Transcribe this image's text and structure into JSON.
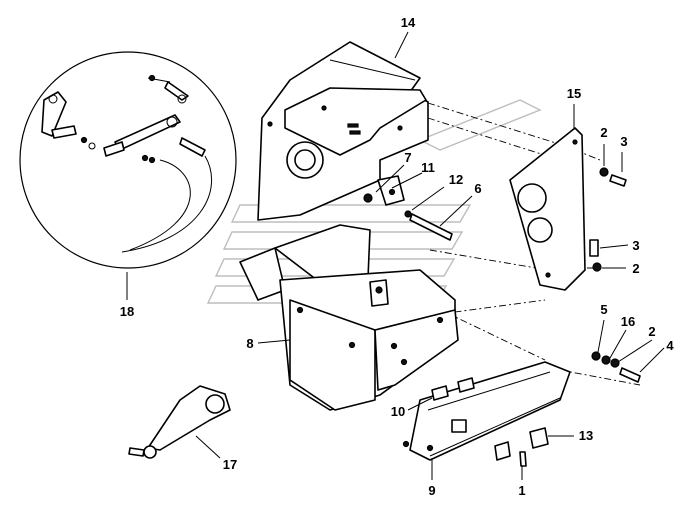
{
  "diagram": {
    "callouts": {
      "c1": "1",
      "c2a": "2",
      "c2b": "2",
      "c2c": "2",
      "c3a": "3",
      "c3b": "3",
      "c4": "4",
      "c5": "5",
      "c6": "6",
      "c7": "7",
      "c8": "8",
      "c9": "9",
      "c10": "10",
      "c11": "11",
      "c12": "12",
      "c13": "13",
      "c14": "14",
      "c15": "15",
      "c16": "16",
      "c17": "17",
      "c18": "18"
    },
    "colors": {
      "line": "#000000",
      "watermark": "#bdbdbd",
      "background": "#ffffff"
    }
  }
}
